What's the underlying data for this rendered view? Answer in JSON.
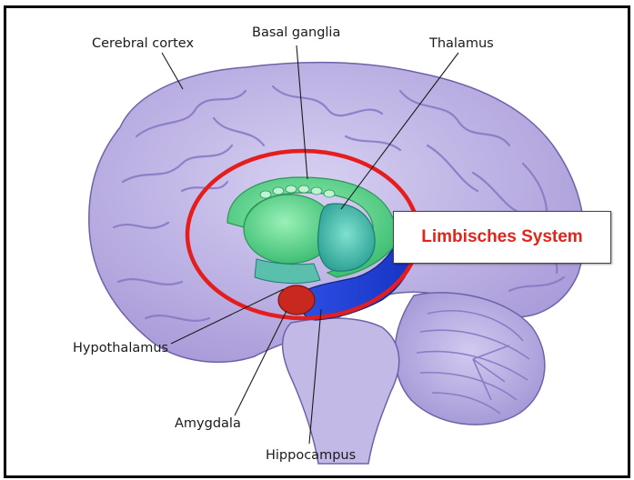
{
  "labels": {
    "cerebral_cortex": "Cerebral cortex",
    "basal_ganglia": "Basal ganglia",
    "thalamus": "Thalamus",
    "hypothalamus": "Hypothalamus",
    "amygdala": "Amygdala",
    "hippocampus": "Hippocampus"
  },
  "callout": {
    "text": "Limbisches System"
  },
  "colors": {
    "cortex": "#b9aee0",
    "cortex_dark": "#8d80c4",
    "basal_ganglia": "#58d68d",
    "thalamus": "#3fb5a8",
    "hippocampus": "#1b3fd3",
    "amygdala": "#c8281e",
    "highlight": "#e41e1e"
  }
}
